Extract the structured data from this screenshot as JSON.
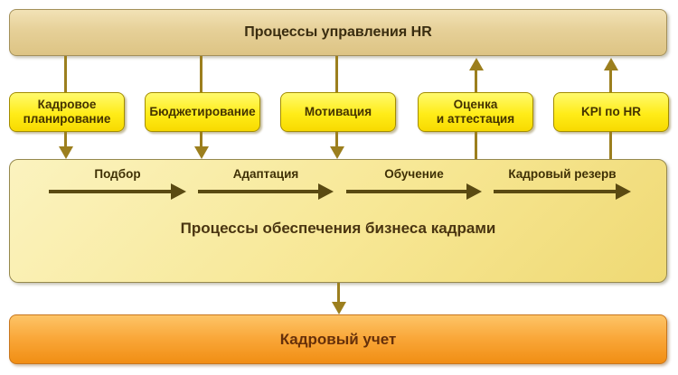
{
  "diagram": {
    "top_bar": {
      "label": "Процессы управления HR"
    },
    "function_boxes": [
      {
        "label": "Кадровое\nпланирование",
        "flow_direction": "down"
      },
      {
        "label": "Бюджетирование",
        "flow_direction": "down"
      },
      {
        "label": "Мотивация",
        "flow_direction": "down"
      },
      {
        "label": "Оценка\nи аттестация",
        "flow_direction": "up"
      },
      {
        "label": "KPI по HR",
        "flow_direction": "up"
      }
    ],
    "middle_box": {
      "title": "Процессы обеспечения бизнеса кадрами",
      "flow_steps": [
        "Подбор",
        "Адаптация",
        "Обучение",
        "Кадровый резерв"
      ]
    },
    "bottom_bar": {
      "label": "Кадровый учет"
    },
    "colors": {
      "top_bar_fill": "#e6d098",
      "yellow_box_fill": "#ffec18",
      "middle_box_fill": "#f7e794",
      "bottom_bar_fill": "#f9a637",
      "connector": "#9c7f1e",
      "flow_arrow": "#5a4a12",
      "top_text": "#3a2d10",
      "bottom_text": "#66300a"
    }
  }
}
